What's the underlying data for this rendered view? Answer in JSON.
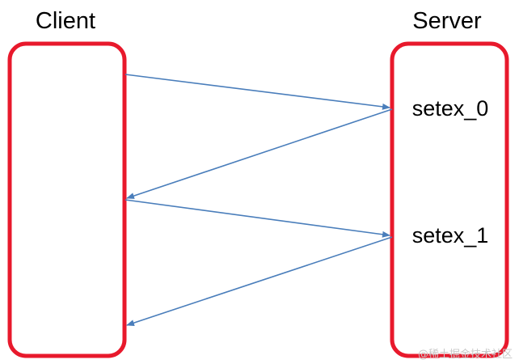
{
  "client": {
    "title": "Client"
  },
  "server": {
    "title": "Server",
    "commands": [
      "setex_0",
      "setex_1"
    ]
  },
  "watermark": "@稀土掘金技术社区",
  "colors": {
    "box_stroke": "#e8192c",
    "arrow": "#4a7ebb",
    "text": "#000000"
  }
}
